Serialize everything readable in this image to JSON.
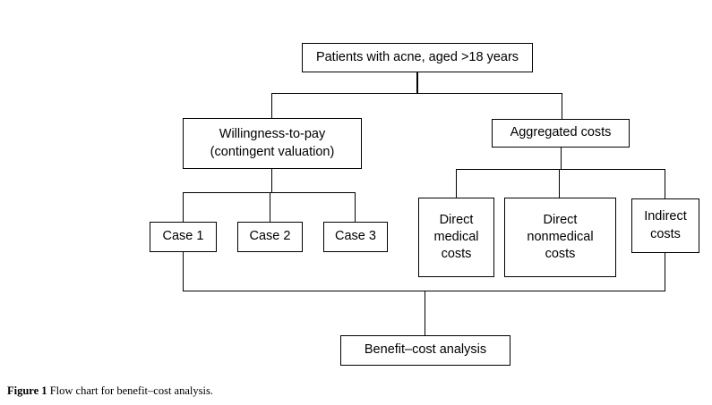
{
  "figure": {
    "caption_label": "Figure 1",
    "caption_text": "Flow chart for benefit–cost analysis.",
    "background_color": "#ffffff",
    "line_color": "#000000",
    "text_color": "#000000"
  },
  "chart_data": {
    "type": "diagram",
    "subtype": "flowchart",
    "title": "Flow chart for benefit–cost analysis",
    "orientation": "top-down",
    "nodes": [
      {
        "id": "patients",
        "label": "Patients with acne, aged >18 years",
        "level": 0
      },
      {
        "id": "wtp",
        "label": "Willingness-to-pay\n(contingent valuation)",
        "level": 1
      },
      {
        "id": "aggregated",
        "label": "Aggregated costs",
        "level": 1
      },
      {
        "id": "case1",
        "label": "Case 1",
        "level": 2
      },
      {
        "id": "case2",
        "label": "Case 2",
        "level": 2
      },
      {
        "id": "case3",
        "label": "Case 3",
        "level": 2
      },
      {
        "id": "direct_medical",
        "label": "Direct\nmedical\ncosts",
        "level": 2
      },
      {
        "id": "direct_nonmedical",
        "label": "Direct\nnonmedical\ncosts",
        "level": 2
      },
      {
        "id": "indirect",
        "label": "Indirect\ncosts",
        "level": 2
      },
      {
        "id": "benefit_cost",
        "label": "Benefit–cost analysis",
        "level": 3
      }
    ],
    "edges": [
      {
        "from": "patients",
        "to": "wtp"
      },
      {
        "from": "patients",
        "to": "aggregated"
      },
      {
        "from": "wtp",
        "to": "case1"
      },
      {
        "from": "wtp",
        "to": "case2"
      },
      {
        "from": "wtp",
        "to": "case3"
      },
      {
        "from": "aggregated",
        "to": "direct_medical"
      },
      {
        "from": "aggregated",
        "to": "direct_nonmedical"
      },
      {
        "from": "aggregated",
        "to": "indirect"
      },
      {
        "from": "case1",
        "to": "benefit_cost"
      },
      {
        "from": "indirect",
        "to": "benefit_cost"
      }
    ]
  },
  "nodes": {
    "patients": {
      "label": "Patients with acne, aged >18 years"
    },
    "wtp": {
      "label": "Willingness-to-pay\n(contingent valuation)"
    },
    "aggregated": {
      "label": "Aggregated costs"
    },
    "case1": {
      "label": "Case 1"
    },
    "case2": {
      "label": "Case 2"
    },
    "case3": {
      "label": "Case 3"
    },
    "direct_medical": {
      "label": "Direct\nmedical\ncosts"
    },
    "direct_nonmedical": {
      "label": "Direct\nnonmedical\ncosts"
    },
    "indirect": {
      "label": "Indirect\ncosts"
    },
    "benefit_cost": {
      "label": "Benefit–cost analysis"
    }
  }
}
